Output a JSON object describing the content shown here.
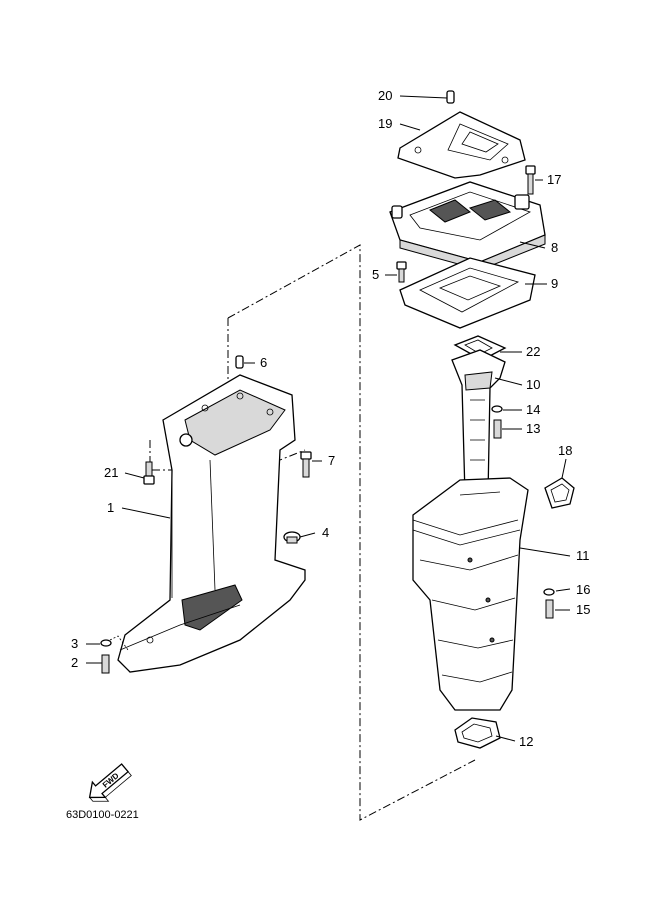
{
  "diagram_code": "63D0100-0221",
  "direction_label": "FWD",
  "callouts": {
    "c1": "1",
    "c2": "2",
    "c3": "3",
    "c4": "4",
    "c5": "5",
    "c6": "6",
    "c7": "7",
    "c8": "8",
    "c9": "9",
    "c10": "10",
    "c11": "11",
    "c12": "12",
    "c13": "13",
    "c14": "14",
    "c15": "15",
    "c16": "16",
    "c17": "17",
    "c18": "18",
    "c19": "19",
    "c20": "20",
    "c21": "21",
    "c22": "22"
  }
}
